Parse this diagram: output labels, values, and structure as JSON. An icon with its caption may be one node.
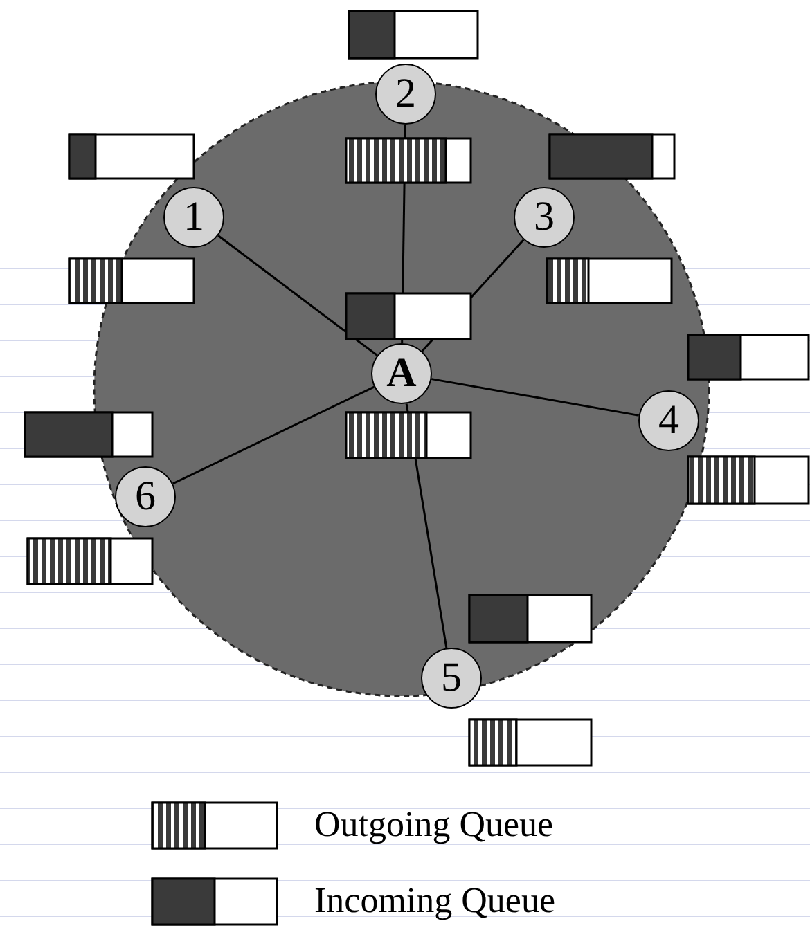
{
  "diagram": {
    "nodes": [
      {
        "text": [
          "2"
        ]
      },
      {
        "text": [
          "1"
        ]
      },
      {
        "text": [
          "3"
        ]
      },
      {
        "text": [
          "A"
        ]
      },
      {
        "text": [
          "4"
        ]
      },
      {
        "text": [
          "6"
        ]
      },
      {
        "text": [
          "5"
        ]
      }
    ],
    "edges": [
      {
        "from": 3,
        "to": 1,
        "arrow": "none"
      },
      {
        "from": 3,
        "to": 0,
        "arrow": "none"
      },
      {
        "from": 3,
        "to": 2,
        "arrow": "none"
      },
      {
        "from": 3,
        "to": 4,
        "arrow": "none"
      },
      {
        "from": 3,
        "to": 6,
        "arrow": "none"
      },
      {
        "from": 3,
        "to": 5,
        "arrow": "none"
      }
    ],
    "legend": [
      {
        "text": "Outgoing Queue"
      },
      {
        "text": "Incoming Queue"
      }
    ]
  }
}
